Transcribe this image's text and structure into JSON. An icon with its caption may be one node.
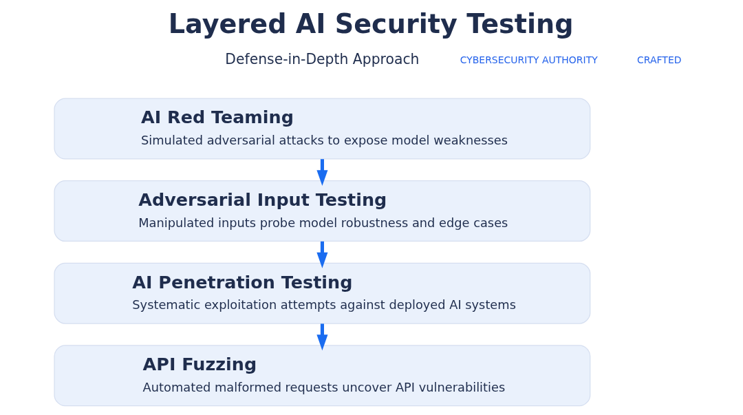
{
  "diagram": {
    "title": "Layered AI Security Testing",
    "nodes": [
      {
        "text": [
          "AI Red Teaming",
          "Simulated adversarial attacks to expose model weaknesses"
        ]
      },
      {
        "text": [
          "Adversarial Input Testing",
          "Manipulated inputs probe model robustness and edge cases"
        ]
      },
      {
        "text": [
          "AI Penetration Testing",
          "Systematic exploitation attempts against deployed AI systems"
        ]
      },
      {
        "text": [
          "API Fuzzing",
          "Automated malformed requests uncover API vulnerabilities"
        ]
      }
    ],
    "edges": [
      {
        "from": 0,
        "to": 1,
        "arrow": "to"
      },
      {
        "from": 1,
        "to": 2,
        "arrow": "to"
      },
      {
        "from": 2,
        "to": 3,
        "arrow": "to"
      }
    ],
    "labels": [
      "Defense-in-Depth Approach",
      "CYBERSECURITY AUTHORITY",
      "CRAFTED"
    ]
  }
}
